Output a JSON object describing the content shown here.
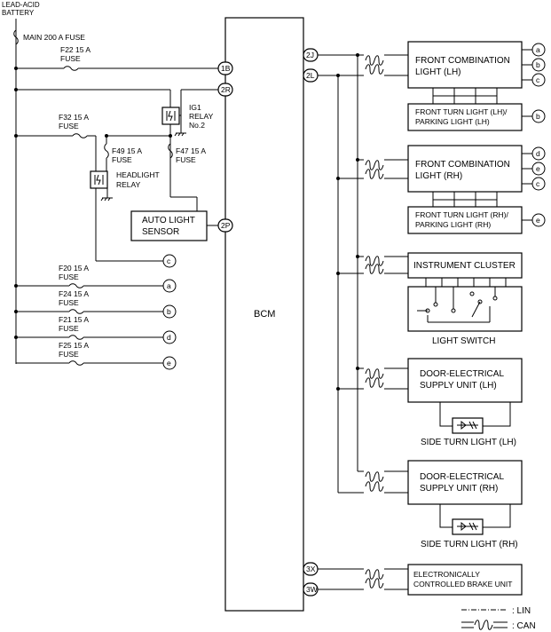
{
  "power": {
    "battery": [
      "LEAD-ACID",
      "BATTERY"
    ],
    "main_fuse": "MAIN 200 A FUSE"
  },
  "fuses": {
    "f22": [
      "F22 15 A",
      "FUSE"
    ],
    "f32": [
      "F32 15 A",
      "FUSE"
    ],
    "f49": [
      "F49 15 A",
      "FUSE"
    ],
    "f47": [
      "F47 15 A",
      "FUSE"
    ],
    "f20": [
      "F20 15 A",
      "FUSE"
    ],
    "f24": [
      "F24 15 A",
      "FUSE"
    ],
    "f21": [
      "F21 15 A",
      "FUSE"
    ],
    "f25": [
      "F25 15 A",
      "FUSE"
    ]
  },
  "relays": {
    "ig1": [
      "IG1",
      "RELAY",
      "No.2"
    ],
    "headlight": [
      "HEADLIGHT",
      "RELAY"
    ]
  },
  "auto_light_sensor": [
    "AUTO LIGHT",
    "SENSOR"
  ],
  "bcm": {
    "label": "BCM",
    "pins": {
      "p1b": "1B",
      "p2r": "2R",
      "p2p": "2P",
      "p2j": "2J",
      "p2l": "2L",
      "p3x": "3X",
      "p3w": "3W"
    }
  },
  "connectors": {
    "a": "a",
    "b": "b",
    "c": "c",
    "d": "d",
    "e": "e"
  },
  "components": {
    "fcl_lh": [
      "FRONT COMBINATION",
      "LIGHT (LH)"
    ],
    "ftl_lh": [
      "FRONT TURN LIGHT (LH)/",
      "PARKING LIGHT (LH)"
    ],
    "fcl_rh": [
      "FRONT COMBINATION",
      "LIGHT (RH)"
    ],
    "ftl_rh": [
      "FRONT TURN LIGHT (RH)/",
      "PARKING LIGHT (RH)"
    ],
    "cluster": "INSTRUMENT CLUSTER",
    "light_switch": "LIGHT SWITCH",
    "desu_lh": [
      "DOOR-ELECTRICAL",
      "SUPPLY UNIT (LH)"
    ],
    "side_lh": "SIDE TURN LIGHT (LH)",
    "desu_rh": [
      "DOOR-ELECTRICAL",
      "SUPPLY UNIT (RH)"
    ],
    "side_rh": "SIDE TURN LIGHT (RH)",
    "ebcu": [
      "ELECTRONICALLY",
      "CONTROLLED BRAKE UNIT"
    ]
  },
  "legend": {
    "lin": ": LIN",
    "can": ": CAN"
  }
}
